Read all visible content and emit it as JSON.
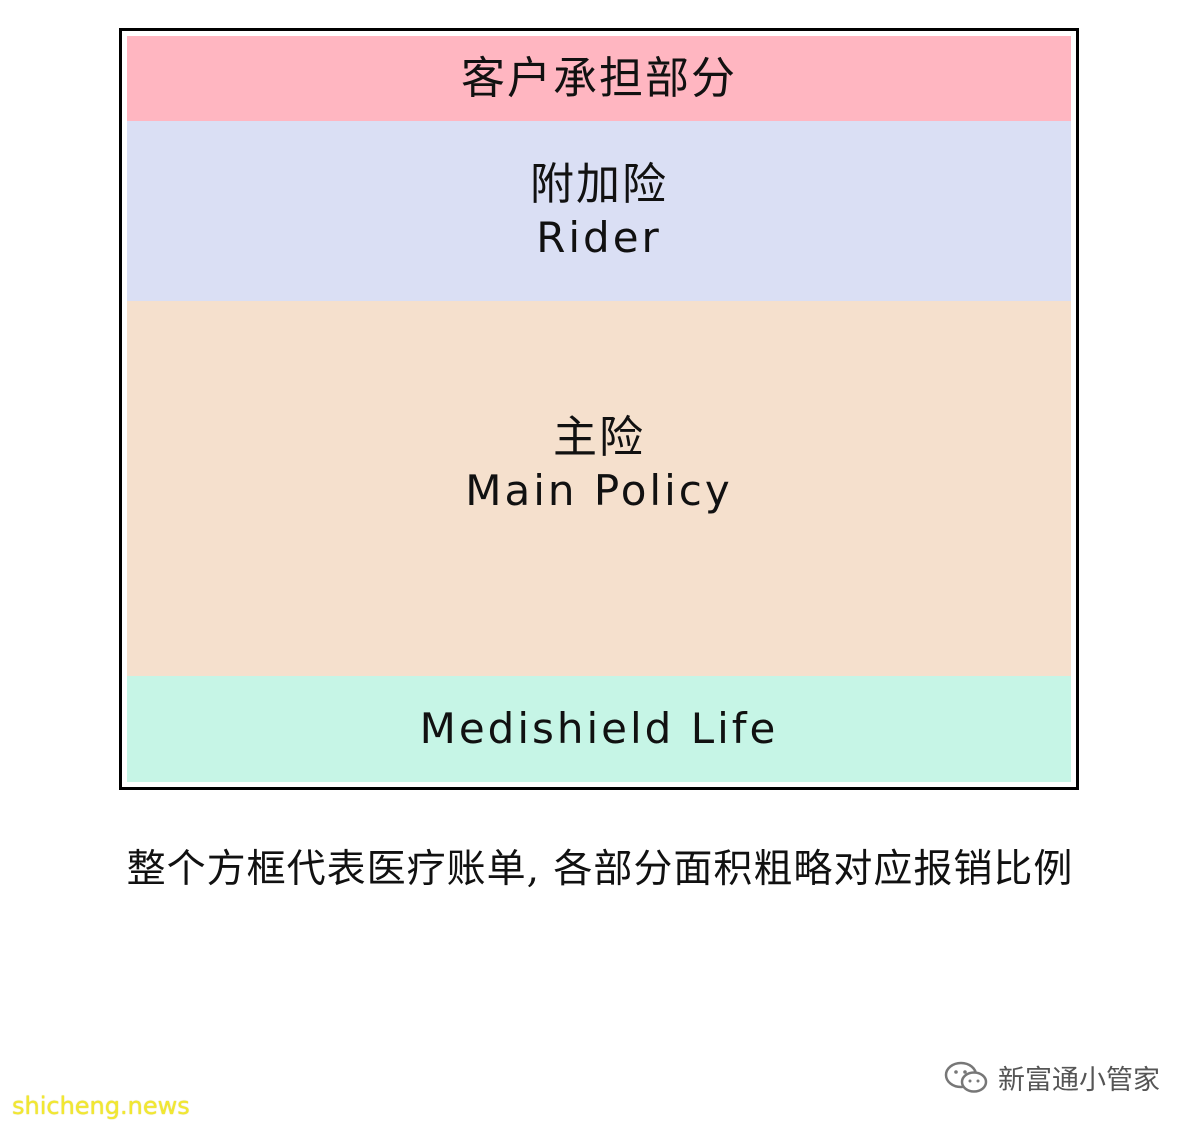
{
  "diagram": {
    "bands": [
      {
        "zh": "客户承担部分",
        "en": "",
        "color": "#ffb6c1"
      },
      {
        "zh": "附加险",
        "en": "Rider",
        "color": "#dadff4"
      },
      {
        "zh": "主险",
        "en": "Main Policy",
        "color": "#f5e0cd"
      },
      {
        "zh": "",
        "en": "Medishield Life",
        "color": "#c6f5e6"
      }
    ],
    "frame_border_color": "#000000"
  },
  "caption": "整个方框代表医疗账单, 各部分面积粗略对应报销比例",
  "wechat_account": "新富通小管家",
  "wechat_icon": "wechat-icon",
  "watermark": "shicheng.news",
  "watermark_color": "#f2e830"
}
